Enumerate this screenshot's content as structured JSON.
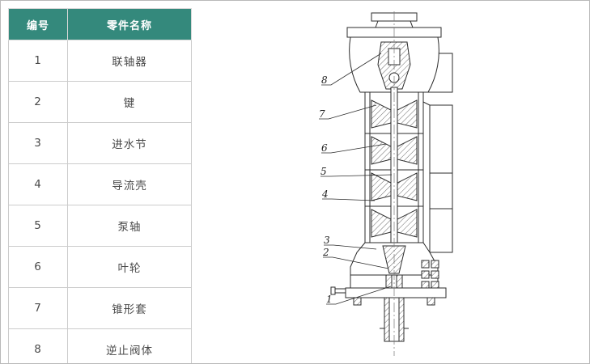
{
  "table": {
    "headers": [
      "编号",
      "零件名称"
    ],
    "rows": [
      {
        "id": "1",
        "name": "联轴器"
      },
      {
        "id": "2",
        "name": "键"
      },
      {
        "id": "3",
        "name": "进水节"
      },
      {
        "id": "4",
        "name": "导流壳"
      },
      {
        "id": "5",
        "name": "泵轴"
      },
      {
        "id": "6",
        "name": "叶轮"
      },
      {
        "id": "7",
        "name": "锥形套"
      },
      {
        "id": "8",
        "name": "逆止阀体"
      }
    ]
  },
  "diagram": {
    "callouts": [
      "1",
      "2",
      "3",
      "4",
      "5",
      "6",
      "7",
      "8"
    ]
  },
  "colors": {
    "page_bg": "#ffffff",
    "frame_border": "#b9b9b9",
    "header_bg": "#34897c",
    "header_text": "#ffffff",
    "cell_border": "#cccccc",
    "text": "#4a4a4a",
    "line": "#2b2b2b"
  }
}
